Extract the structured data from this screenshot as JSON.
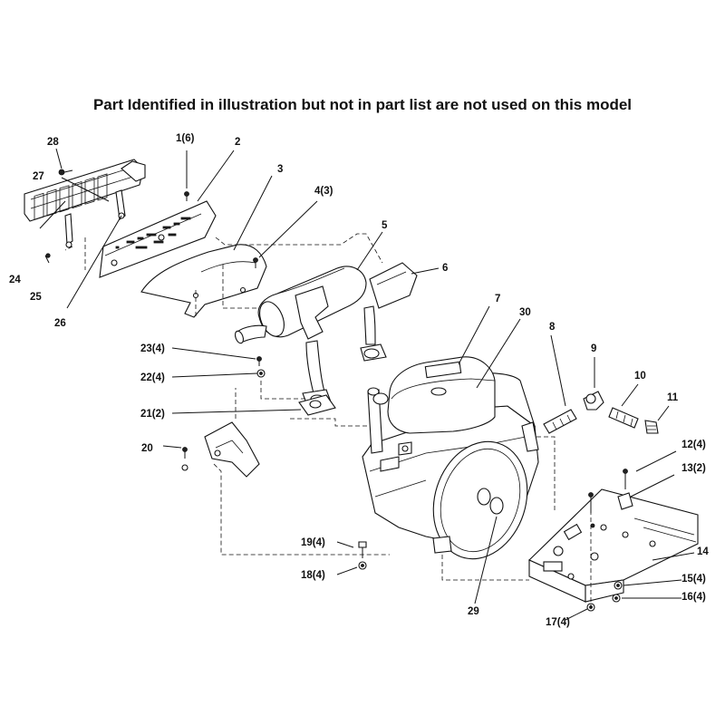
{
  "title": "Part Identified in illustration but not in part list are not used on this model",
  "callouts": {
    "c1": "1(6)",
    "c2": "2",
    "c3": "3",
    "c4": "4(3)",
    "c5": "5",
    "c6": "6",
    "c7": "7",
    "c8": "8",
    "c9": "9",
    "c10": "10",
    "c11": "11",
    "c12": "12(4)",
    "c13": "13(2)",
    "c14": "14",
    "c15": "15(4)",
    "c16": "16(4)",
    "c17": "17(4)",
    "c18": "18(4)",
    "c19": "19(4)",
    "c20": "20",
    "c21": "21(2)",
    "c22": "22(4)",
    "c23": "23(4)",
    "c24": "24",
    "c25": "25",
    "c26": "26",
    "c27": "27",
    "c28": "28",
    "c29": "29",
    "c30": "30"
  }
}
